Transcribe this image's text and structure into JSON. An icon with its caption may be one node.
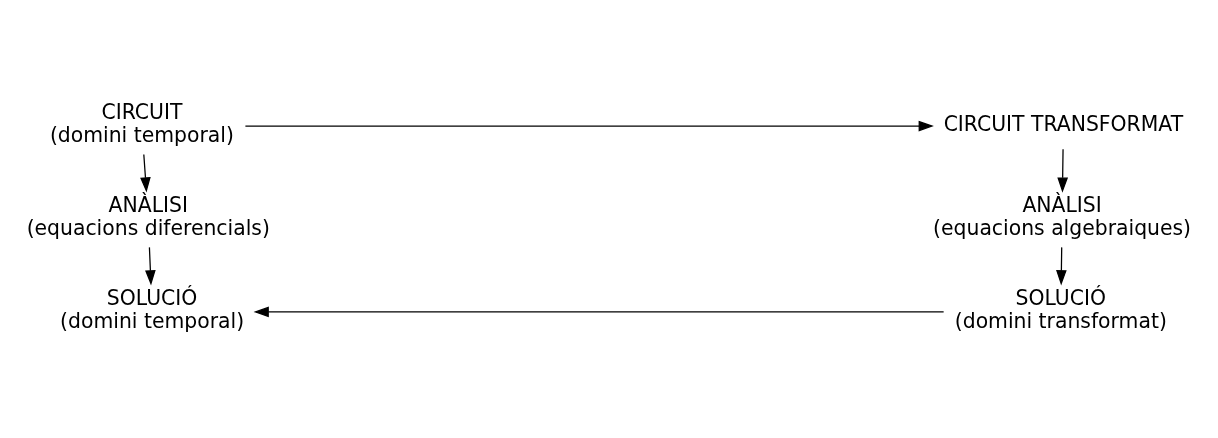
{
  "diagram": {
    "nodes": [
      {
        "text": [
          "CIRCUIT",
          "(domini temporal)"
        ]
      },
      {
        "text": [
          "ANÀLISI",
          "(equacions diferencials)"
        ]
      },
      {
        "text": [
          "SOLUCIÓ",
          "(domini temporal)"
        ]
      },
      {
        "text": [
          "CIRCUIT TRANSFORMAT"
        ]
      },
      {
        "text": [
          "ANÀLISI",
          "(equacions algebraiques)"
        ]
      },
      {
        "text": [
          "SOLUCIÓ",
          "(domini transformat)"
        ]
      }
    ],
    "edges": [
      {
        "from": 0,
        "to": 3,
        "arrow": "to"
      },
      {
        "from": 0,
        "to": 1,
        "arrow": "to"
      },
      {
        "from": 1,
        "to": 2,
        "arrow": "to"
      },
      {
        "from": 3,
        "to": 4,
        "arrow": "to"
      },
      {
        "from": 4,
        "to": 5,
        "arrow": "to"
      },
      {
        "from": 5,
        "to": 2,
        "arrow": "to"
      }
    ]
  }
}
